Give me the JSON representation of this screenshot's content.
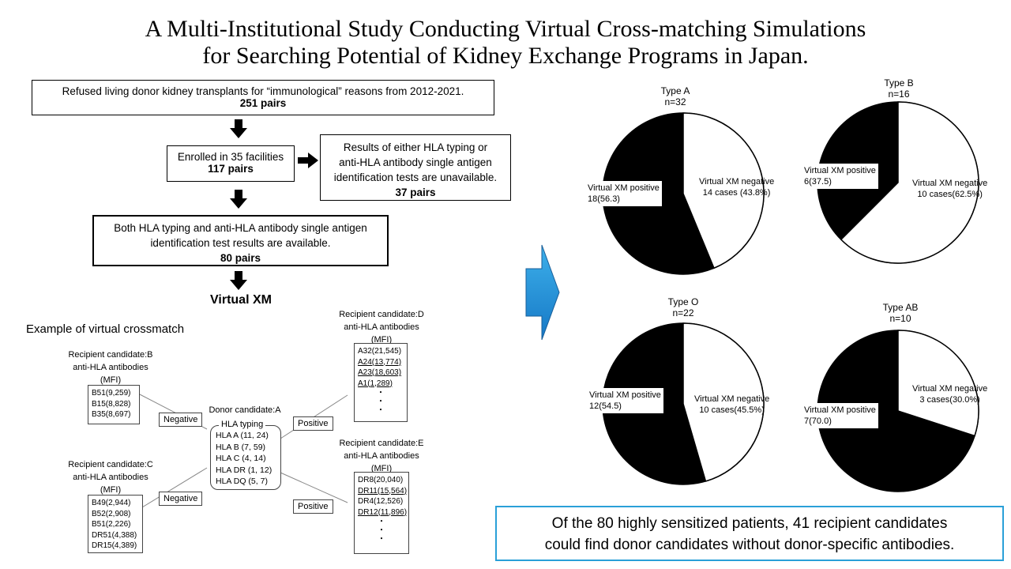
{
  "title": {
    "line1": "A Multi-Institutional Study Conducting Virtual Cross-matching Simulations",
    "line2": "for Searching Potential of Kidney Exchange Programs in Japan."
  },
  "flow": {
    "box1_text": "Refused living donor kidney transplants for “immunological” reasons from 2012-2021.",
    "box1_count": "251 pairs",
    "box2_text": "Enrolled in 35 facilities",
    "box2_count": "117 pairs",
    "excluded_line1": "Results of either HLA typing or",
    "excluded_line2": "anti-HLA antibody single antigen",
    "excluded_line3": "identification tests are unavailable.",
    "excluded_count": "37 pairs",
    "box3_line1": "Both HLA typing and anti-HLA antibody single antigen",
    "box3_line2": "identification test results are available.",
    "box3_count": "80 pairs",
    "final_label": "Virtual XM"
  },
  "example": {
    "heading": "Example of virtual crossmatch",
    "donor": {
      "title": "Donor candidate:A",
      "subtitle": "HLA typing",
      "rows": [
        "HLA A (11, 24)",
        "HLA B (7, 59)",
        "HLA C (4, 14)",
        "HLA DR (1, 12)",
        "HLA DQ (5, 7)"
      ]
    },
    "recipient_b": {
      "title": "Recipient candidate:B",
      "sub1": "anti-HLA antibodies",
      "sub2": "(MFI)",
      "rows": [
        "B51(9,259)",
        "B15(8,828)",
        "B35(8,697)"
      ],
      "result": "Negative"
    },
    "recipient_c": {
      "title": "Recipient candidate:C",
      "sub1": "anti-HLA antibodies",
      "sub2": "(MFI)",
      "rows": [
        "B49(2,944)",
        "B52(2,908)",
        "B51(2,226)",
        "DR51(4,388)",
        "DR15(4,389)"
      ],
      "result": "Negative"
    },
    "recipient_d": {
      "title": "Recipient candidate:D",
      "sub1": "anti-HLA antibodies",
      "sub2": "(MFI)",
      "rows": [
        "A32(21,545)",
        "A24(13,774)",
        "A23(18,603)",
        "A1(1,289)",
        "・",
        "・",
        "・"
      ],
      "result": "Positive"
    },
    "recipient_e": {
      "title": "Recipient candidate:E",
      "sub1": "anti-HLA antibodies",
      "sub2": "(MFI)",
      "rows": [
        "DR8(20,040)",
        "DR11(15,564)",
        "DR4(12,526)",
        "DR12(11,896)",
        "・",
        "・",
        "・"
      ],
      "result": "Positive"
    }
  },
  "chart_data": [
    {
      "type": "pie",
      "title": "Type A",
      "subtitle": "n=32",
      "colors": [
        "#000000",
        "#ffffff"
      ],
      "slices": [
        {
          "label": "Virtual XM positive",
          "value": "18(56.3)",
          "percent": 56.3
        },
        {
          "label": "Virtual XM negative",
          "value": "14 cases (43.8%)",
          "percent": 43.8
        }
      ]
    },
    {
      "type": "pie",
      "title": "Type B",
      "subtitle": "n=16",
      "colors": [
        "#000000",
        "#ffffff"
      ],
      "slices": [
        {
          "label": "Virtual XM positive",
          "value": "6(37.5)",
          "percent": 37.5
        },
        {
          "label": "Virtual XM negative",
          "value": "10 cases(62.5%)",
          "percent": 62.5
        }
      ]
    },
    {
      "type": "pie",
      "title": "Type O",
      "subtitle": "n=22",
      "colors": [
        "#000000",
        "#ffffff"
      ],
      "slices": [
        {
          "label": "Virtual XM positive",
          "value": "12(54.5)",
          "percent": 54.5
        },
        {
          "label": "Virtual XM negative",
          "value": "10 cases(45.5%)",
          "percent": 45.5
        }
      ]
    },
    {
      "type": "pie",
      "title": "Type AB",
      "subtitle": "n=10",
      "colors": [
        "#000000",
        "#ffffff"
      ],
      "slices": [
        {
          "label": "Virtual XM positive",
          "value": "7(70.0)",
          "percent": 70.0
        },
        {
          "label": "Virtual XM negative",
          "value": "3 cases(30.0%)",
          "percent": 30.0
        }
      ]
    }
  ],
  "conclusion": {
    "line1": "Of the 80 highly sensitized patients, 41 recipient candidates",
    "line2": "could find donor candidates without donor-specific antibodies."
  },
  "colors": {
    "accent_blue": "#1a8fd6",
    "conclusion_border": "#2aa0d8"
  }
}
